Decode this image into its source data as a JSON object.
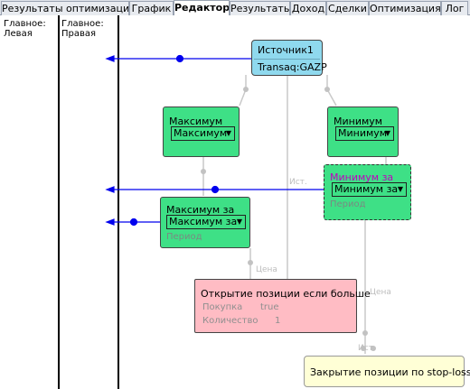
{
  "tabs": [
    {
      "label": "Результаты оптимизации",
      "active": false
    },
    {
      "label": "График",
      "active": false
    },
    {
      "label": "Редактор",
      "active": true
    },
    {
      "label": "Результаты",
      "active": false
    },
    {
      "label": "Доход",
      "active": false
    },
    {
      "label": "Сделки",
      "active": false
    },
    {
      "label": "Оптимизация",
      "active": false
    },
    {
      "label": "Лог",
      "active": false
    }
  ],
  "panels": {
    "left": {
      "line1": "Главное:",
      "line2": "Левая"
    },
    "right": {
      "line1": "Главное:",
      "line2": "Правая"
    }
  },
  "nodes": {
    "source": {
      "title": "Источник1",
      "subtitle": "Transaq:GAZP"
    },
    "max1": {
      "title": "Максимум",
      "dropdown": "Максимум"
    },
    "min1": {
      "title": "Минимум",
      "dropdown": "Минимум"
    },
    "min_for": {
      "title": "Минимум за",
      "dropdown": "Минимум за",
      "param": "Период"
    },
    "max_for": {
      "title": "Максимум за",
      "dropdown": "Максимум за",
      "param": "Период"
    },
    "open_pos": {
      "title": "Открытие позиции если больше",
      "rows": [
        {
          "key": "Покупка",
          "value": "true"
        },
        {
          "key": "Количество",
          "value": "1"
        }
      ]
    },
    "stop_loss": {
      "title": "Закрытие позиции по stop-loss"
    }
  },
  "wire_labels": {
    "ist_1": "Ист.",
    "price_1": "Цена",
    "price_2": "Цена",
    "ist_2": "Ист."
  },
  "colors": {
    "node_green": "#3ee086",
    "source_blue": "#8fd9ee",
    "open_pink": "#ffbcc4",
    "stop_yellow": "#ffffd6",
    "wire_blue": "#0000ee"
  }
}
